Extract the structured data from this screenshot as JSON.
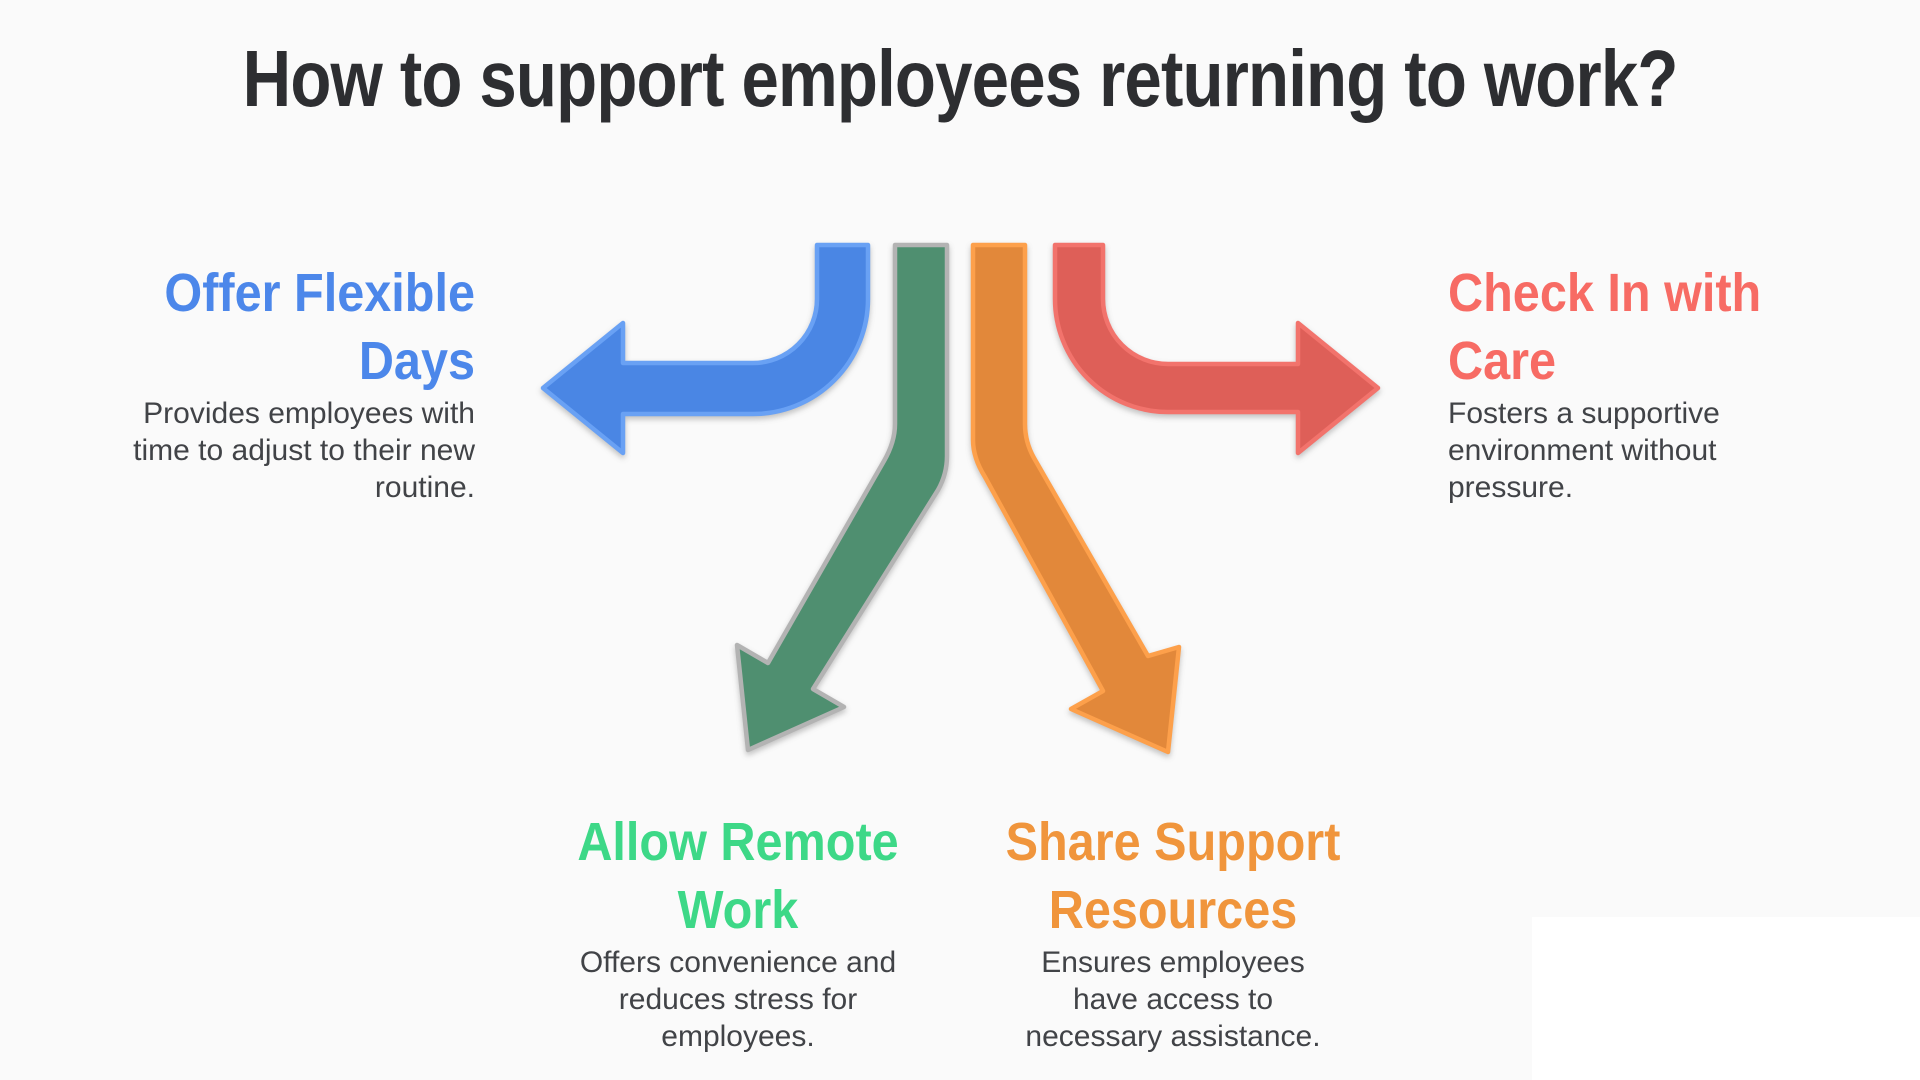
{
  "background_color": "#fafafa",
  "title": {
    "text": "How to support employees returning to work?",
    "color": "#2d2e31"
  },
  "body_text_color": "#414347",
  "sections": [
    {
      "name": "offer-flexible-days",
      "heading": "Offer Flexible Days",
      "heading_lines": [
        "Offer Flexible",
        "Days"
      ],
      "heading_color": "#4c87ea",
      "description": "Provides employees with time to adjust to their new routine.",
      "description_lines": [
        "Provides employees with",
        "time to adjust to their new",
        "routine."
      ],
      "arrow": {
        "direction": "left",
        "fill": "#4a86e4",
        "stroke": "#69a1f4"
      }
    },
    {
      "name": "allow-remote-work",
      "heading": "Allow Remote Work",
      "heading_lines": [
        "Allow Remote",
        "Work"
      ],
      "heading_color": "#3dd887",
      "description": "Offers convenience and reduces stress for employees.",
      "description_lines": [
        "Offers convenience and",
        "reduces stress for",
        "employees."
      ],
      "arrow": {
        "direction": "down-left",
        "fill": "#4f8f70",
        "stroke": "#b3b3b3"
      }
    },
    {
      "name": "share-support-resources",
      "heading": "Share Support Resources",
      "heading_lines": [
        "Share Support",
        "Resources"
      ],
      "heading_color": "#f0953c",
      "description": "Ensures employees have access to necessary assistance.",
      "description_lines": [
        "Ensures employees",
        "have access to",
        "necessary assistance."
      ],
      "arrow": {
        "direction": "down-right",
        "fill": "#e2883a",
        "stroke": "#fda04b"
      }
    },
    {
      "name": "check-in-with-care",
      "heading": "Check In with Care",
      "heading_lines": [
        "Check In with",
        "Care"
      ],
      "heading_color": "#f76b64",
      "description": "Fosters a supportive environment without pressure.",
      "description_lines": [
        "Fosters a supportive",
        "environment without",
        "pressure."
      ],
      "arrow": {
        "direction": "right",
        "fill": "#de5f58",
        "stroke": "#f2736c"
      }
    }
  ]
}
